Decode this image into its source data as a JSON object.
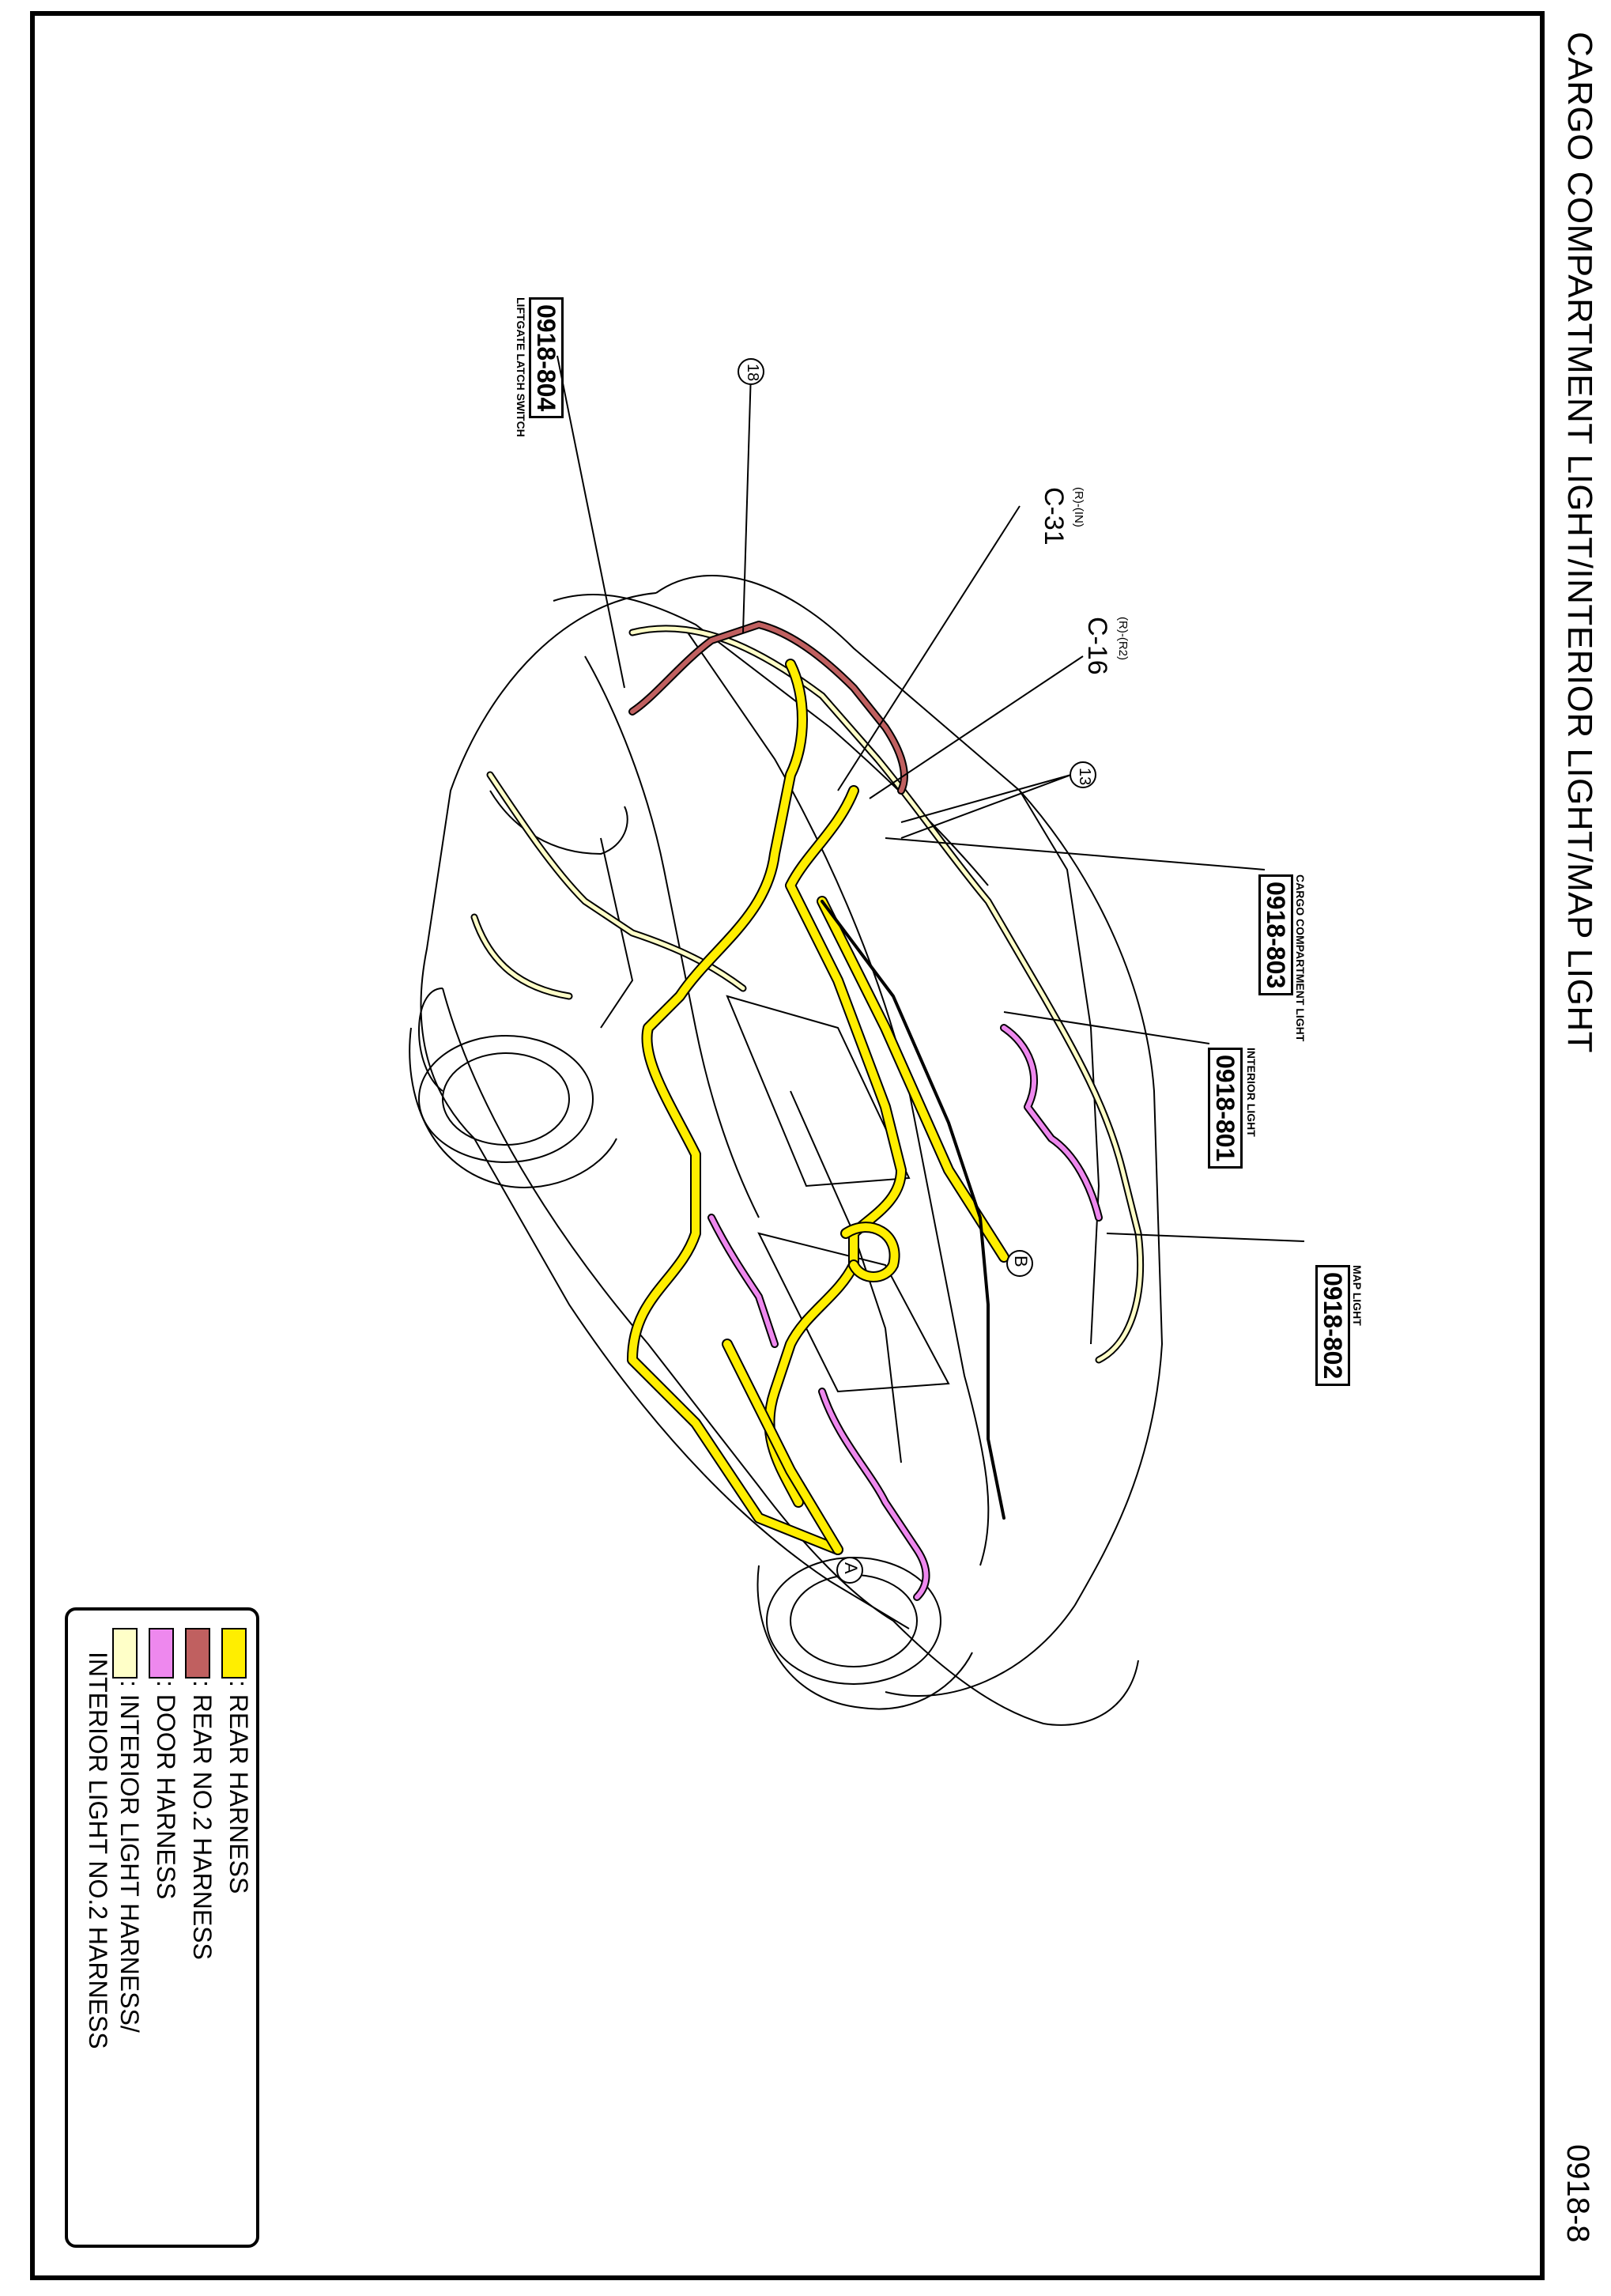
{
  "title": "CARGO COMPARTMENT LIGHT/INTERIOR LIGHT/MAP LIGHT",
  "page_number": "0918-8",
  "callouts": {
    "liftgate": {
      "code": "0918-804",
      "name": "LIFTGATE LATCH SWITCH"
    },
    "cargo": {
      "code": "0918-803",
      "name": "CARGO COMPARTMENT LIGHT"
    },
    "interior": {
      "code": "0918-801",
      "name": "INTERIOR LIGHT"
    },
    "map": {
      "code": "0918-802",
      "name": "MAP LIGHT"
    }
  },
  "connectors": {
    "c31": {
      "sub": "(R)-(IN)",
      "main": "C-31"
    },
    "c16": {
      "sub": "(R)-(R2)",
      "main": "C-16"
    },
    "n18": "18",
    "n13": "13",
    "a": "A",
    "b": "B"
  },
  "legend": [
    {
      "color": "#ffee00",
      "label": ": REAR HARNESS"
    },
    {
      "color": "#c06060",
      "label": ": REAR NO.2 HARNESS"
    },
    {
      "color": "#ee88ee",
      "label": ": DOOR HARNESS"
    },
    {
      "color": "#ffffc8",
      "label": ": INTERIOR LIGHT HARNESS/"
    },
    {
      "color": "#ffffc8",
      "label": "INTERIOR LIGHT NO.2 HARNESS"
    }
  ],
  "colors": {
    "rear": "#ffee00",
    "rear2": "#c06060",
    "door": "#ee88ee",
    "interior": "#ffffc8"
  }
}
